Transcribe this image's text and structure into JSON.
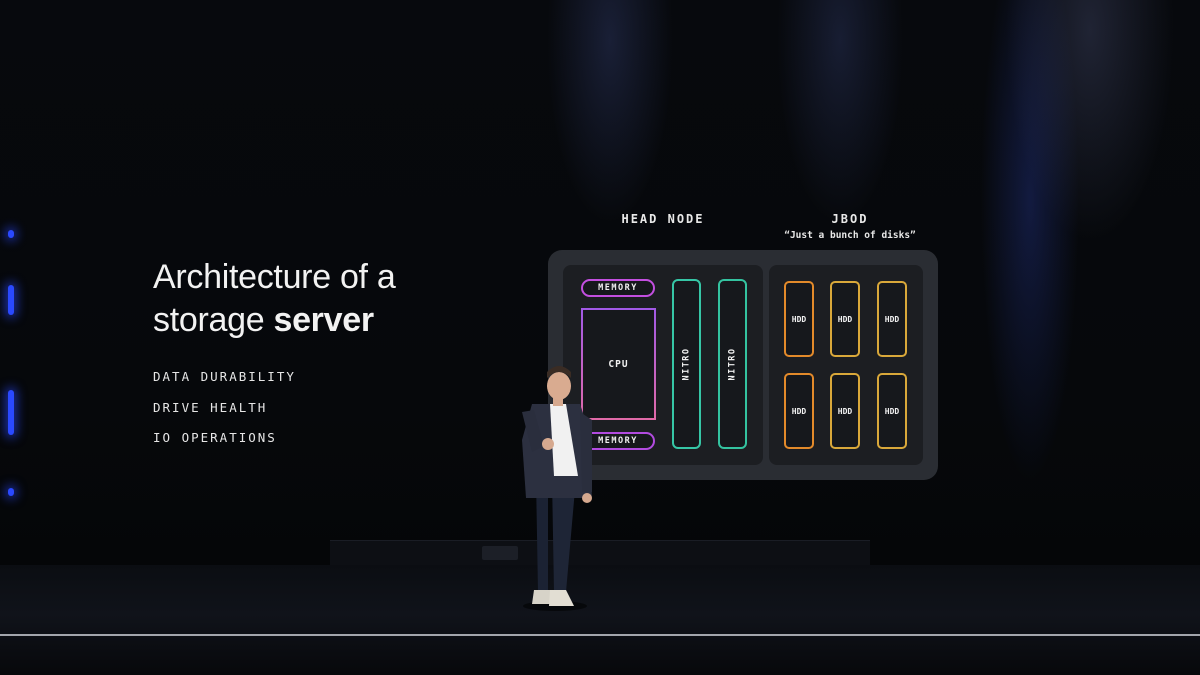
{
  "slide": {
    "title_line1": "Architecture of a",
    "title_line2_regular": "storage",
    "title_line2_bold": "server",
    "bullets": [
      "DATA DURABILITY",
      "DRIVE HEALTH",
      "IO OPERATIONS"
    ]
  },
  "diagram": {
    "head_node_label": "HEAD NODE",
    "jbod_label": "JBOD",
    "jbod_sublabel": "“Just a bunch of disks”",
    "memory_top": "MEMORY",
    "memory_bottom": "MEMORY",
    "cpu": "CPU",
    "nitro": [
      "NITRO",
      "NITRO"
    ],
    "hdd": [
      "HDD",
      "HDD",
      "HDD",
      "HDD",
      "HDD",
      "HDD"
    ]
  },
  "colors": {
    "memory": "#c34fe0",
    "cpu": "#b45ad8",
    "nitro": "#34c3a0",
    "hdd_orange": "#e38a2a",
    "hdd_yellow": "#d9a83a",
    "side_lights": "#2a49ff"
  }
}
